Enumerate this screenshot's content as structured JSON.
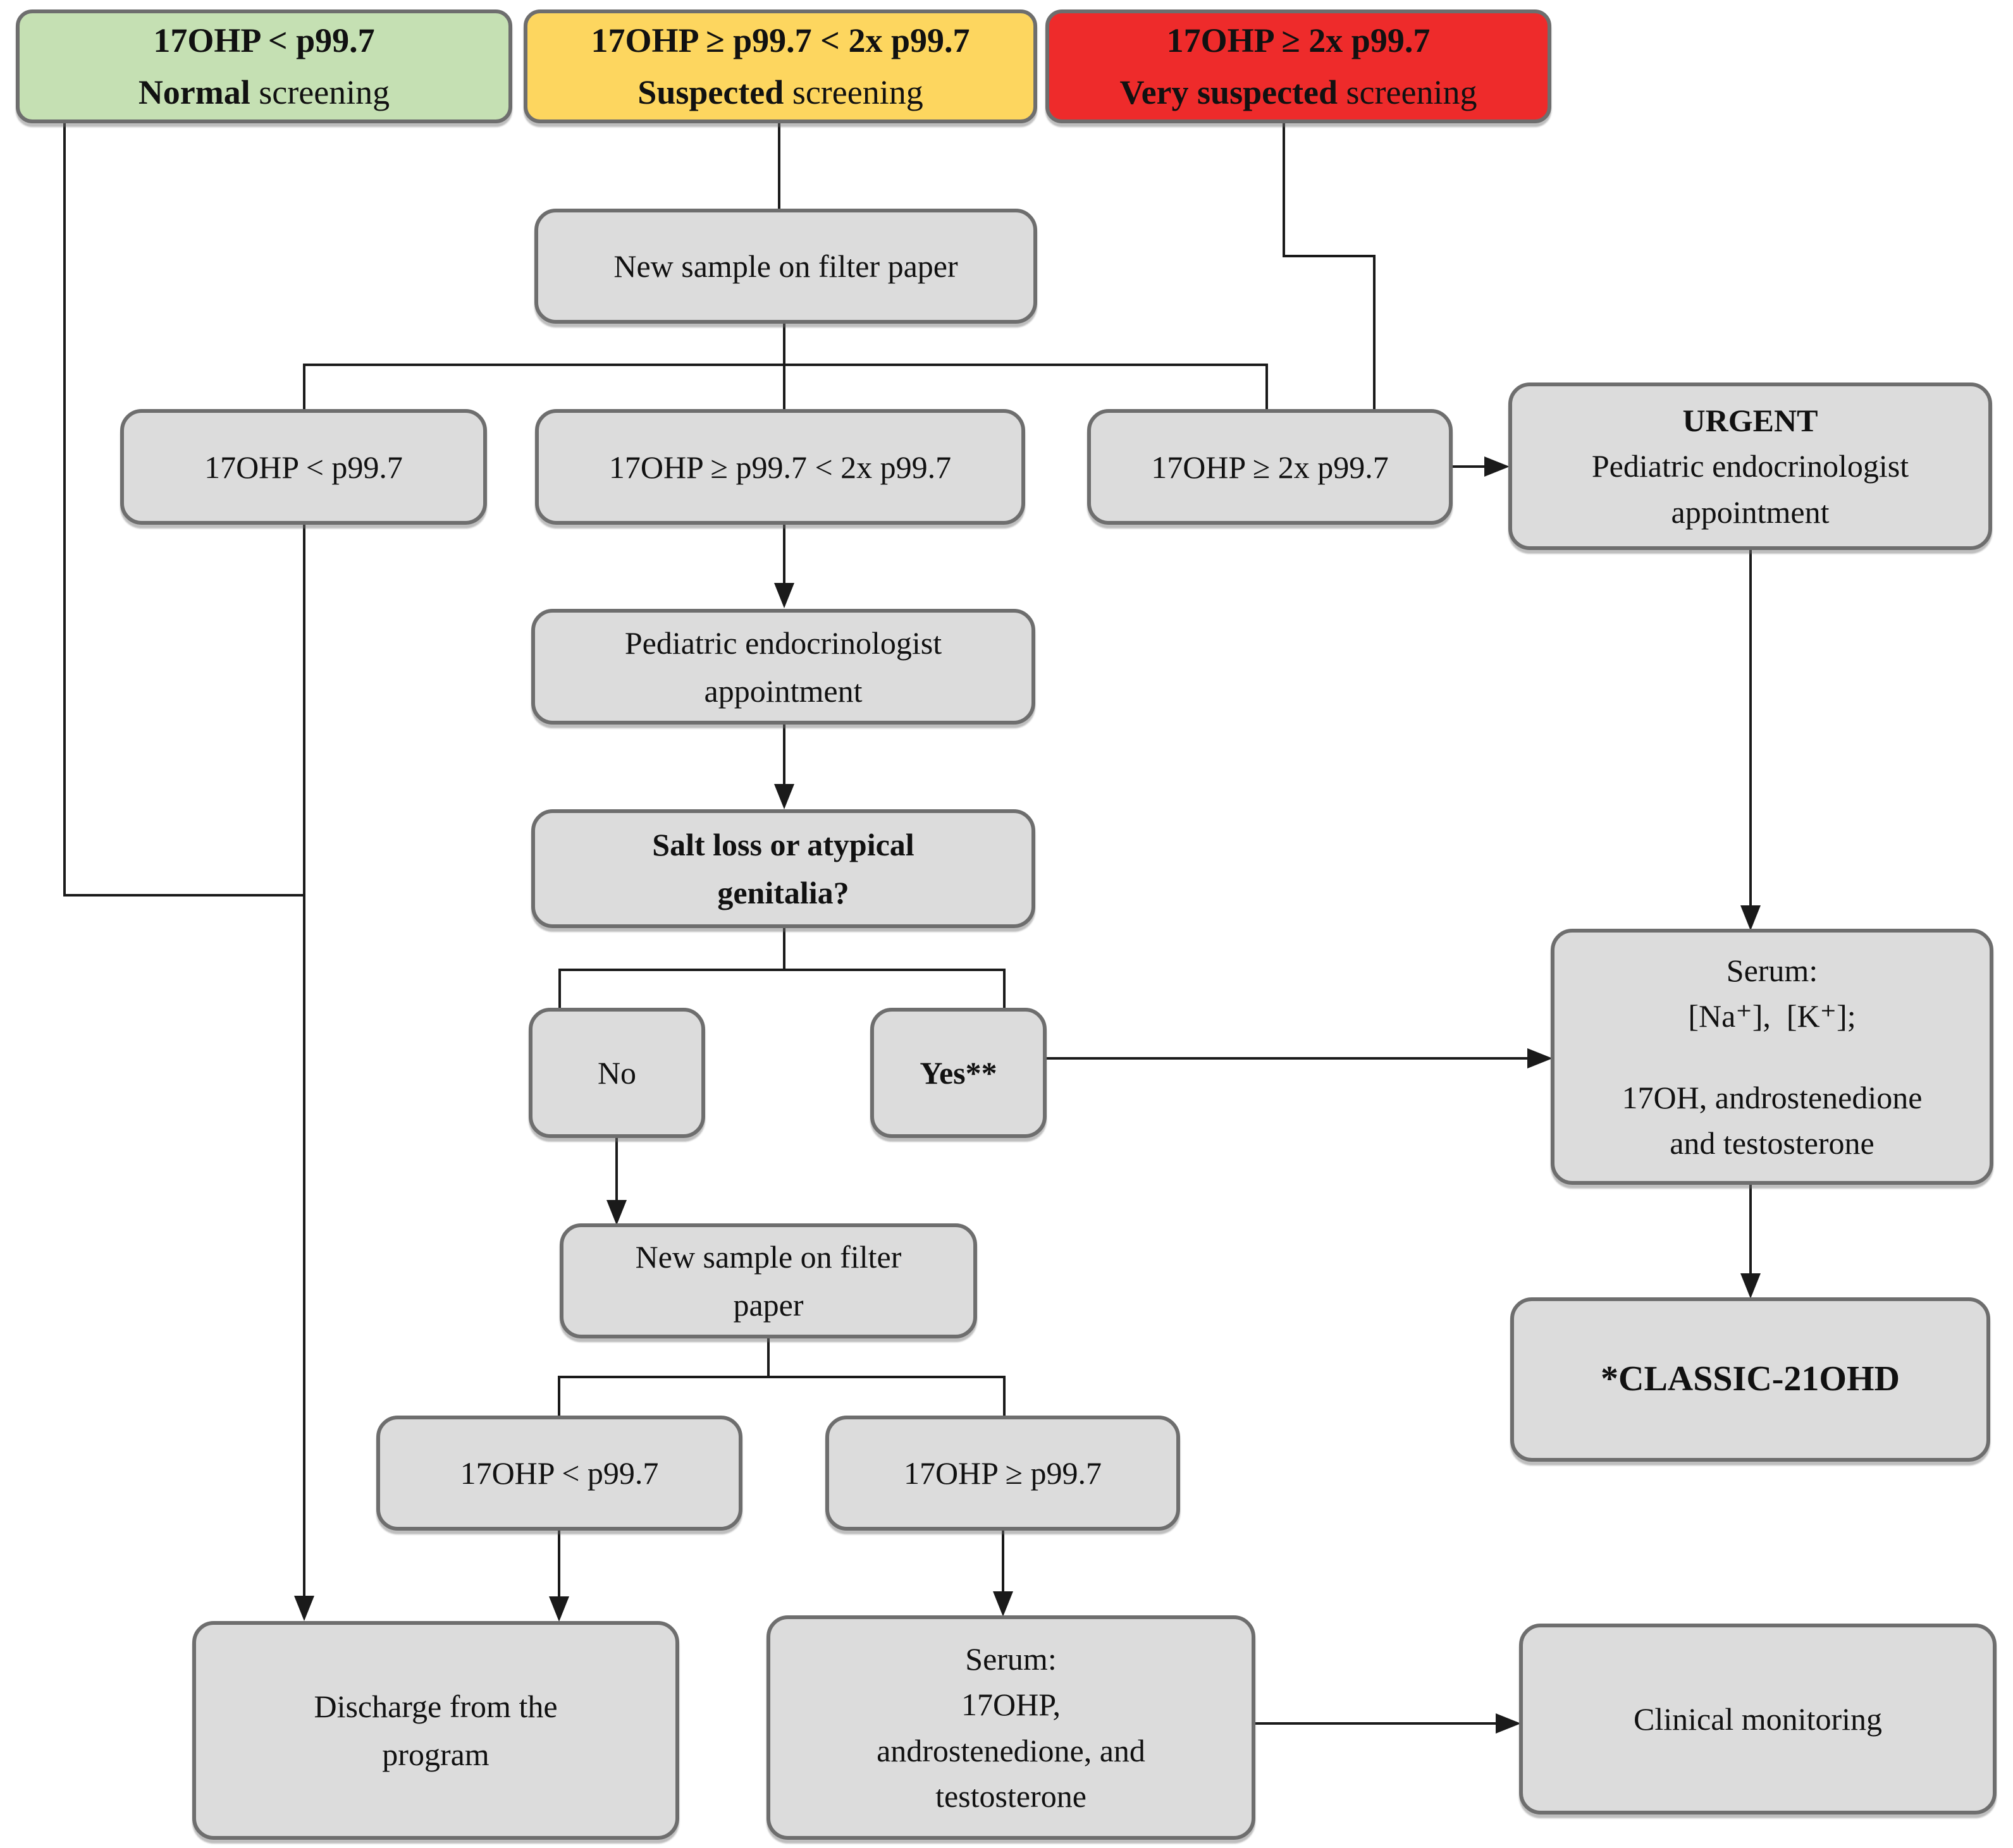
{
  "colors": {
    "normal": "#c5e0b3",
    "suspected": "#fdd65f",
    "very_suspected": "#ee2b2b",
    "node_fill": "#dcdcdc",
    "node_border": "#6e6e6e",
    "line": "#1a1a1a"
  },
  "nodes": {
    "legend_normal": {
      "title": "17OHP < p99.7",
      "em": "Normal",
      "rest": " screening"
    },
    "legend_suspected": {
      "title": "17OHP ≥ p99.7 < 2x p99.7",
      "em": "Suspected",
      "rest": " screening"
    },
    "legend_very_suspected": {
      "title": "17OHP ≥ 2x p99.7",
      "em": "Very suspected",
      "rest": " screening"
    },
    "new_sample_1": {
      "text": "New sample on filter paper"
    },
    "result_low_1": {
      "text": "17OHP < p99.7"
    },
    "result_mid_1": {
      "text": "17OHP ≥ p99.7 < 2x p99.7"
    },
    "result_high_1": {
      "text": "17OHP ≥ 2x p99.7"
    },
    "urgent": {
      "em": "URGENT",
      "line2": "Pediatric endocrinologist",
      "line3": "appointment"
    },
    "pediatric": {
      "line1": "Pediatric endocrinologist",
      "line2": "appointment"
    },
    "salt_loss": {
      "line1": "Salt loss or atypical",
      "line2": "genitalia?"
    },
    "no": {
      "text": "No"
    },
    "yes": {
      "text": "Yes**"
    },
    "serum_urgent": {
      "line1": "Serum:",
      "line2": "[Na⁺],  [K⁺];",
      "line3": "17OH, androstenedione",
      "line4": "and testosterone"
    },
    "new_sample_2": {
      "line1": "New sample on filter",
      "line2": "paper"
    },
    "classic": {
      "text": "*CLASSIC-21OHD"
    },
    "result_low_2": {
      "text": "17OHP < p99.7"
    },
    "result_high_2": {
      "text": "17OHP ≥ p99.7"
    },
    "discharge": {
      "line1": "Discharge from the",
      "line2": "program"
    },
    "serum_monitor": {
      "line1": "Serum:",
      "line2": "17OHP,",
      "line3": "androstenedione, and",
      "line4": "testosterone"
    },
    "clinical": {
      "text": "Clinical monitoring"
    }
  }
}
